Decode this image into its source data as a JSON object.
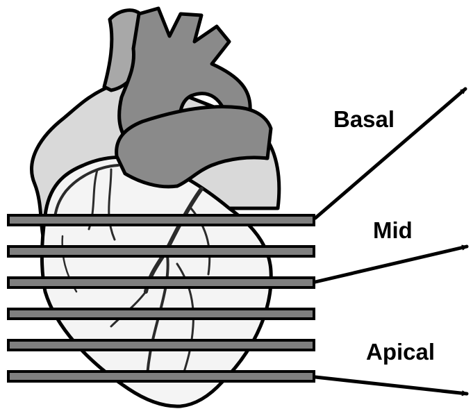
{
  "labels": {
    "basal": "Basal",
    "mid": "Mid",
    "apical": "Apical"
  },
  "colors": {
    "outline": "#000000",
    "vessel_dark": "#8a8a8a",
    "vessel_light": "#cfcfcf",
    "atrium": "#d9d9d9",
    "ventricle": "#f4f4f4",
    "coronary": "#2b2b2b",
    "slice_fill": "#7f7f7f"
  }
}
